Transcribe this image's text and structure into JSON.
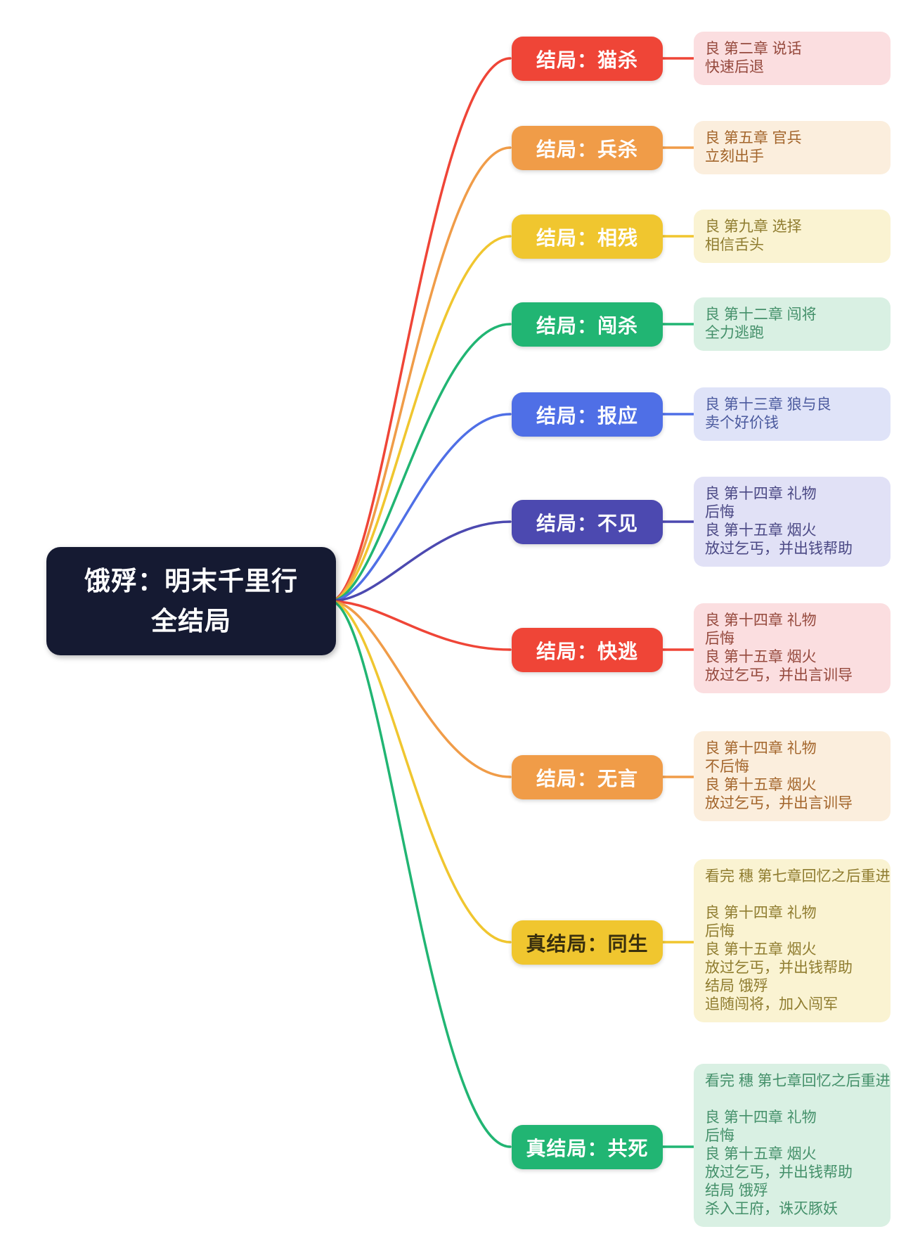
{
  "root": {
    "line1": "饿殍：明末千里行",
    "line2": "全结局",
    "bg": "#151a32",
    "text_color": "#ffffff"
  },
  "branches": [
    {
      "label": "结局：猫杀",
      "color": "#ef4537",
      "label_color": "#ffffff",
      "note_bg": "#fbdee0",
      "note_text": "#95493d",
      "note_lines": [
        "良 第二章 说话",
        "快速后退"
      ]
    },
    {
      "label": "结局：兵杀",
      "color": "#f09c48",
      "label_color": "#ffffff",
      "note_bg": "#fbeedd",
      "note_text": "#a3652b",
      "note_lines": [
        "良 第五章 官兵",
        "立刻出手"
      ]
    },
    {
      "label": "结局：相残",
      "color": "#f0c62f",
      "label_color": "#ffffff",
      "note_bg": "#faf3d2",
      "note_text": "#8f7c2f",
      "note_lines": [
        "良 第九章 选择",
        "相信舌头"
      ]
    },
    {
      "label": "结局：闯杀",
      "color": "#21b573",
      "label_color": "#ffffff",
      "note_bg": "#d9f0e3",
      "note_text": "#44906a",
      "note_lines": [
        "良 第十二章 闯将",
        "全力逃跑"
      ]
    },
    {
      "label": "结局：报应",
      "color": "#4f6fe6",
      "label_color": "#ffffff",
      "note_bg": "#dfe3f8",
      "note_text": "#4b5a9e",
      "note_lines": [
        "良 第十三章 狼与良",
        "卖个好价钱"
      ]
    },
    {
      "label": "结局：不见",
      "color": "#4c49b0",
      "label_color": "#ffffff",
      "note_bg": "#e1e1f6",
      "note_text": "#4a4884",
      "note_lines": [
        "良 第十四章 礼物",
        "后悔",
        "良 第十五章 烟火",
        "放过乞丐，并出钱帮助"
      ]
    },
    {
      "label": "结局：快逃",
      "color": "#ef4537",
      "label_color": "#ffffff",
      "note_bg": "#fbdee0",
      "note_text": "#95493d",
      "note_lines": [
        "良 第十四章 礼物",
        "后悔",
        "良 第十五章 烟火",
        "放过乞丐，并出言训导"
      ]
    },
    {
      "label": "结局：无言",
      "color": "#f09c48",
      "label_color": "#ffffff",
      "note_bg": "#fbeedd",
      "note_text": "#a3652b",
      "note_lines": [
        "良 第十四章 礼物",
        "不后悔",
        "良 第十五章 烟火",
        "放过乞丐，并出言训导"
      ]
    },
    {
      "label": "真结局：同生",
      "color": "#f0c62f",
      "label_color": "#3a300e",
      "note_bg": "#faf3d2",
      "note_text": "#8f7c2f",
      "note_lines": [
        "看完 穗 第七章回忆之后重进",
        "",
        "良 第十四章 礼物",
        "后悔",
        "良 第十五章 烟火",
        "放过乞丐，并出钱帮助",
        "结局 饿殍",
        "追随闯将，加入闯军"
      ]
    },
    {
      "label": "真结局：共死",
      "color": "#21b573",
      "label_color": "#ffffff",
      "note_bg": "#d9f0e3",
      "note_text": "#44906a",
      "note_lines": [
        "看完 穗 第七章回忆之后重进",
        "",
        "良 第十四章 礼物",
        "后悔",
        "良 第十五章 烟火",
        "放过乞丐，并出钱帮助",
        "结局 饿殍",
        "杀入王府，诛灭豚妖"
      ]
    }
  ]
}
